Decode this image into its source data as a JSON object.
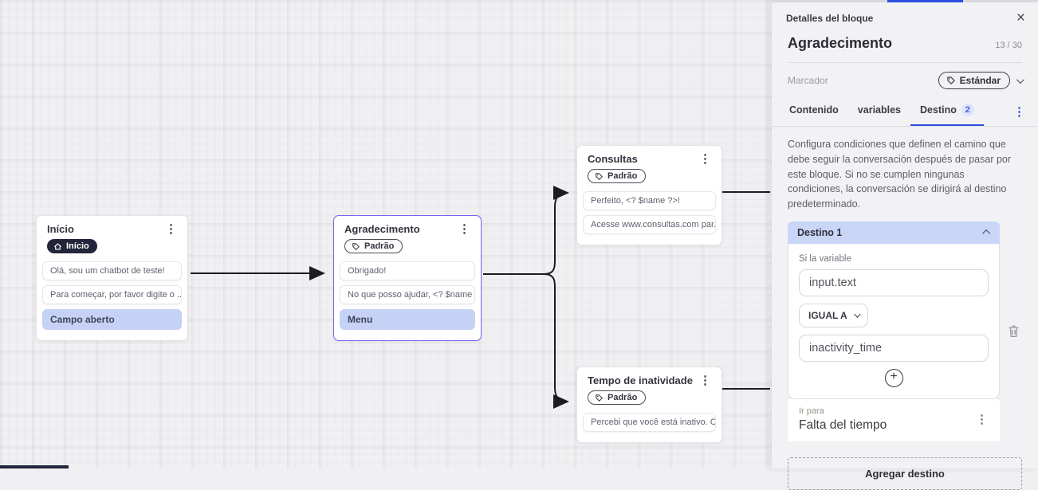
{
  "colors": {
    "accent_blue": "#2b50e0",
    "selection_purple": "#7367f0",
    "highlight_row": "#c6d2f5",
    "dest_header_bg": "#c9d6f8",
    "dark_badge": "#23263a"
  },
  "icons": {
    "close": "×",
    "menu_dots": "⋮",
    "plus": "+"
  },
  "canvas": {
    "nodes": [
      {
        "title": "Início",
        "badge": "Início",
        "rows": [
          "Olá, sou um chatbot de teste!",
          "Para começar, por favor digite o ...",
          "Campo aberto"
        ]
      },
      {
        "title": "Agradecimento",
        "badge": "Padrão",
        "rows": [
          "Obrigado!",
          "No que posso ajudar, <? $name ...",
          "Menu"
        ]
      },
      {
        "title": "Consultas",
        "badge": "Padrão",
        "rows": [
          "Perfeito, <? $name ?>!",
          "Acesse www.consultas.com par..."
        ]
      },
      {
        "title": "Tempo de inatividade",
        "badge": "Padrão",
        "rows": [
          "Percebi que você está inativo. C..."
        ]
      }
    ]
  },
  "panel": {
    "header": "Detalles del bloque",
    "title_value": "Agradecimento",
    "char_count": "13 / 30",
    "marcador_label": "Marcador",
    "marcador_value": "Estándar",
    "tabs": [
      {
        "label": "Contenido"
      },
      {
        "label": "variables"
      },
      {
        "label": "Destino",
        "badge": "2"
      }
    ],
    "description": "Configura condiciones que definen el camino que debe seguir la conversación después de pasar por este bloque. Si no se cumplen ningunas condiciones, la conversación se dirigirá al destino predeterminado.",
    "destination": {
      "header": "Destino 1",
      "condition_label": "Si la variable",
      "variable_value": "input.text",
      "operator": "IGUAL A",
      "value": "inactivity_time",
      "go_to_label": "Ir para",
      "go_to_value": "Falta del tiempo"
    },
    "add_destination_label": "Agregar destino"
  }
}
